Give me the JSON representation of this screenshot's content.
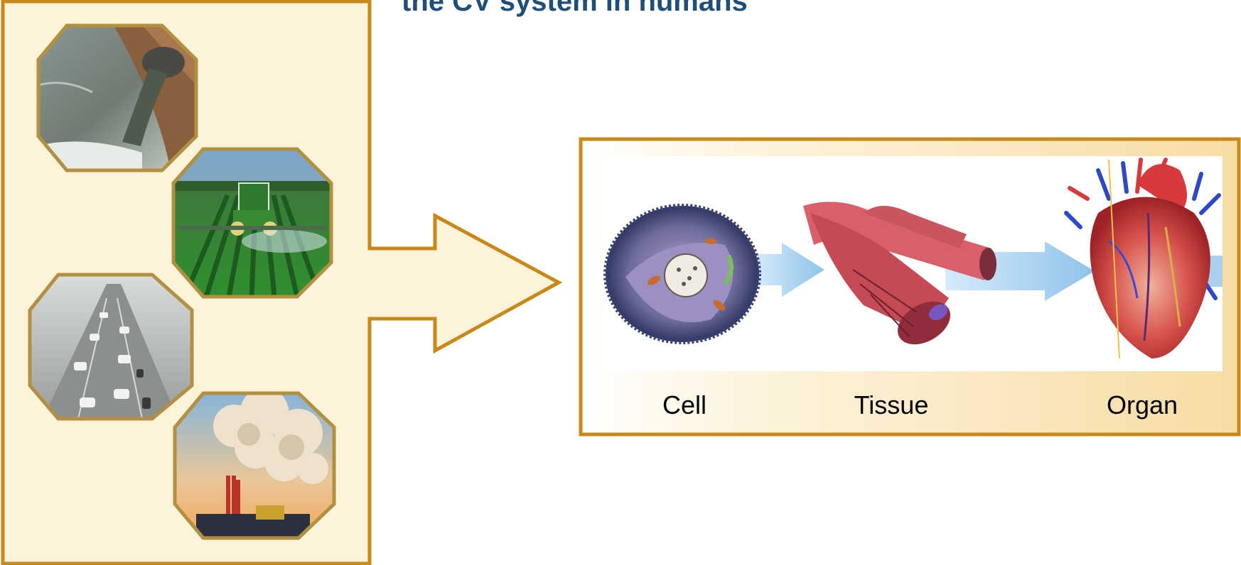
{
  "slide": {
    "title": "the CV system in humans"
  },
  "pollution_sources": [
    {
      "icon": "wastewater-pipe-icon"
    },
    {
      "icon": "tractor-spraying-field-icon"
    },
    {
      "icon": "smog-traffic-icon"
    },
    {
      "icon": "factory-smoke-icon"
    }
  ],
  "hierarchy": {
    "stages": [
      {
        "label": "Cell",
        "icon": "cell-icon"
      },
      {
        "label": "Tissue",
        "icon": "blood-vessel-tissue-icon"
      },
      {
        "label": "Organ",
        "icon": "heart-icon"
      }
    ]
  },
  "colors": {
    "panel_border": "#c8891a",
    "panel_fill": "#fdf3da",
    "title": "#1f4e79",
    "hex_border": "#b39040",
    "flow_arrow": "#9ccbef"
  }
}
